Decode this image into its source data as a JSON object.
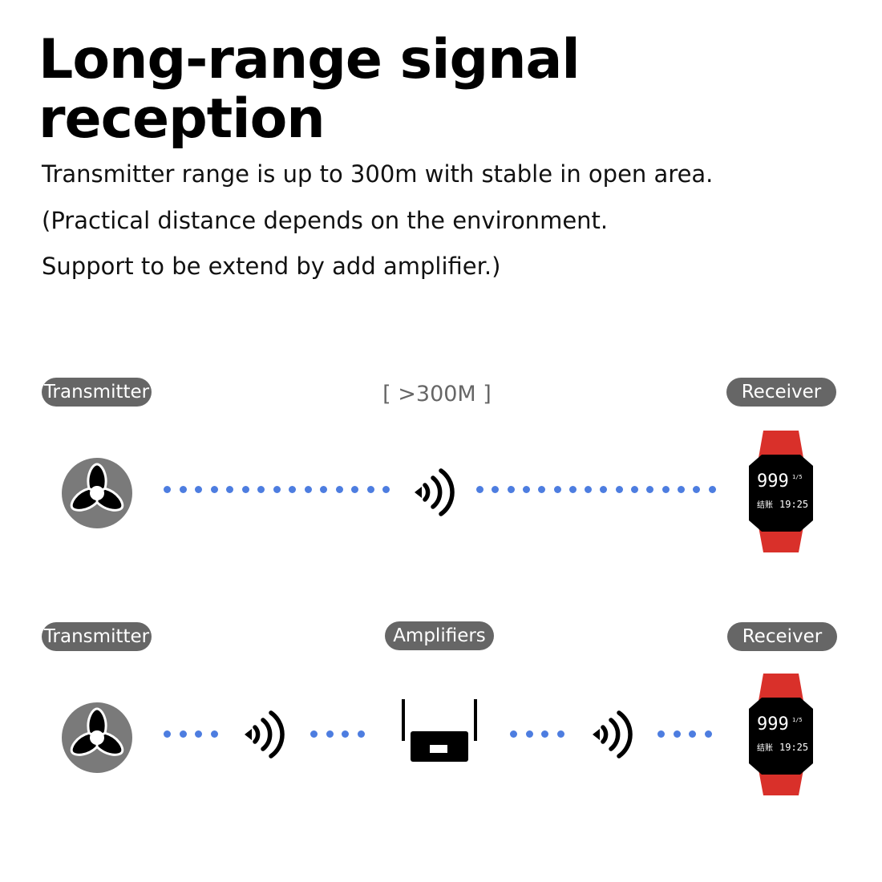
{
  "title": "Long-range signal reception",
  "description": {
    "line1": "Transmitter range is up to 300m with stable in open area.",
    "line2": " (Practical distance depends on the environment.",
    "line3": "Support to be extend by add amplifier.)"
  },
  "row1": {
    "transmitter_label": "Transmitter",
    "range_label": "[ >300M ]",
    "receiver_label": "Receiver"
  },
  "row2": {
    "transmitter_label": "Transmitter",
    "amplifier_label": "Amplifiers",
    "receiver_label": "Receiver"
  },
  "watch_display": {
    "number": "999",
    "sub": "1/5",
    "label": "结账",
    "time": "19:25"
  },
  "colors": {
    "dot": "#4d7de0",
    "pill": "#666666",
    "strap": "#d9302a",
    "icon_gray": "#7a7a7a"
  },
  "icons": {
    "transmitter": "fan-icon",
    "signal": "wifi-signal-icon",
    "amplifier": "router-icon",
    "receiver": "smartwatch-icon"
  }
}
